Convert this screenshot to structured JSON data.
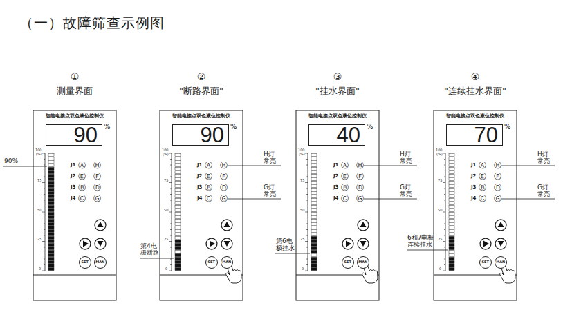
{
  "diagram": {
    "title": "（一）故障筛查示例图",
    "nodes": [
      {
        "text": [
          "①",
          "测量界面",
          "智能电接点双色液位控制仪"
        ]
      },
      {
        "text": [
          "90"
        ],
        "in": 0
      },
      {
        "text": [
          "SET"
        ],
        "in": 0
      },
      {
        "text": [
          "MAN"
        ],
        "in": 0
      },
      {
        "text": [
          "②",
          "\"断路界面\"",
          "智能电接点双色液位控制仪"
        ]
      },
      {
        "text": [
          "90"
        ],
        "in": 4
      },
      {
        "text": [
          "SET"
        ],
        "in": 4
      },
      {
        "text": [
          "MAN"
        ],
        "in": 4
      },
      {
        "text": [
          "③",
          "\"挂水界面\"",
          "智能电接点双色液位控制仪"
        ]
      },
      {
        "text": [
          "40"
        ],
        "in": 8
      },
      {
        "text": [
          "SET"
        ],
        "in": 8
      },
      {
        "text": [
          "MAN"
        ],
        "in": 8
      },
      {
        "text": [
          "④",
          "\"连续挂水界面\"",
          "智能电接点双色液位控制仪"
        ]
      },
      {
        "text": [
          "70"
        ],
        "in": 12
      },
      {
        "text": [
          "SET"
        ],
        "in": 12
      },
      {
        "text": [
          "MAN"
        ],
        "in": 12
      }
    ],
    "labels": [
      "%",
      "100",
      "(%)",
      "75",
      "50",
      "25",
      "0",
      "J1",
      "Ⓐ",
      "Ⓗ",
      "J2",
      "Ⓔ",
      "Ⓕ",
      "J3",
      "Ⓑ",
      "Ⓓ",
      "J4",
      "Ⓒ",
      "Ⓖ",
      "90%",
      "%",
      "100",
      "(%)",
      "75",
      "50",
      "25",
      "0",
      "J1",
      "Ⓐ",
      "Ⓗ",
      "J2",
      "Ⓔ",
      "Ⓕ",
      "J3",
      "Ⓑ",
      "Ⓓ",
      "J4",
      "Ⓒ",
      "Ⓖ",
      "H灯 常亮",
      "G灯 常亮",
      "第4电 极断路",
      "%",
      "100",
      "(%)",
      "75",
      "50",
      "25",
      "0",
      "J1",
      "Ⓐ",
      "Ⓗ",
      "J2",
      "Ⓔ",
      "Ⓕ",
      "J3",
      "Ⓑ",
      "Ⓓ",
      "J4",
      "Ⓒ",
      "Ⓖ",
      "H灯 常亮",
      "G灯 常亮",
      "第6电 极挂水",
      "%",
      "100",
      "(%)",
      "75",
      "50",
      "25",
      "0",
      "J1",
      "Ⓐ",
      "Ⓗ",
      "J2",
      "Ⓔ",
      "Ⓕ",
      "J3",
      "Ⓑ",
      "Ⓓ",
      "J4",
      "Ⓒ",
      "Ⓖ",
      "H灯 常亮",
      "G灯 常亮",
      "6和7电极 连续挂水"
    ]
  }
}
